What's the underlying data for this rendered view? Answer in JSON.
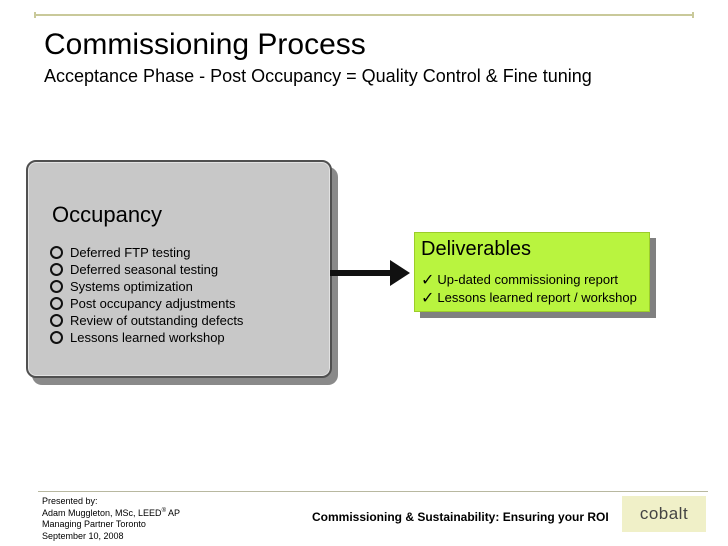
{
  "slide": {
    "title": "Commissioning Process",
    "subtitle": "Acceptance Phase - Post Occupancy = Quality Control & Fine tuning"
  },
  "occupancy": {
    "heading": "Occupancy",
    "bullet_icon": "hollow-circle-icon",
    "items": [
      "Deferred FTP testing",
      "Deferred seasonal testing",
      "Systems optimization",
      "Post occupancy adjustments",
      "Review of outstanding defects",
      "Lessons learned workshop"
    ]
  },
  "arrow": {
    "icon": "right-arrow-icon"
  },
  "deliverables": {
    "heading": "Deliverables",
    "check_icon": "checkmark-icon",
    "check_glyph": "✓",
    "items": [
      "Up-dated commissioning report",
      "Lessons learned report / workshop"
    ],
    "fill_color": "#b9f43f"
  },
  "footer": {
    "presented_by": "Presented by:",
    "presenter_name": "Adam Muggleton, MSc, LEED",
    "presenter_sup": "®",
    "presenter_suffix": " AP",
    "presenter_role": "Managing Partner Toronto",
    "date": "September 10, 2008",
    "title": "Commissioning & Sustainability: Ensuring your ROI",
    "logo_text": "cobalt"
  }
}
